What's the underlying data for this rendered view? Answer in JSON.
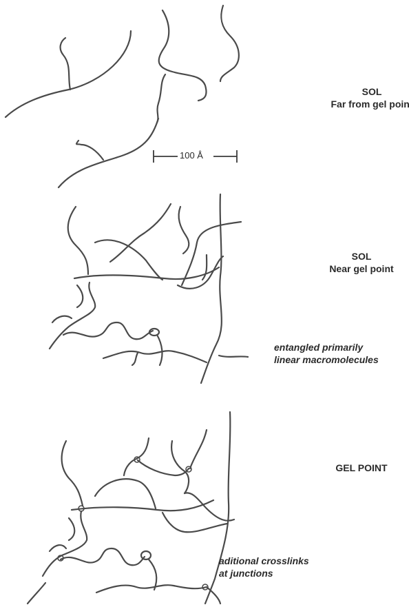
{
  "panels": [
    {
      "id": "sol-far",
      "title": "SOL",
      "subtitle": "Far from gel point"
    },
    {
      "id": "sol-near",
      "title": "SOL",
      "subtitle": "Near gel point",
      "annotation_line1": "entangled primarily",
      "annotation_line2": "linear macromolecules"
    },
    {
      "id": "gel-point",
      "title": "GEL POINT",
      "annotation_line1": "aditional crosslinks",
      "annotation_line2": "at junctions"
    }
  ],
  "scale_bar": {
    "label": "100 Å"
  },
  "colors": {
    "line": "#4a4a4a",
    "background": "#ffffff",
    "text": "#2a2a2a"
  }
}
